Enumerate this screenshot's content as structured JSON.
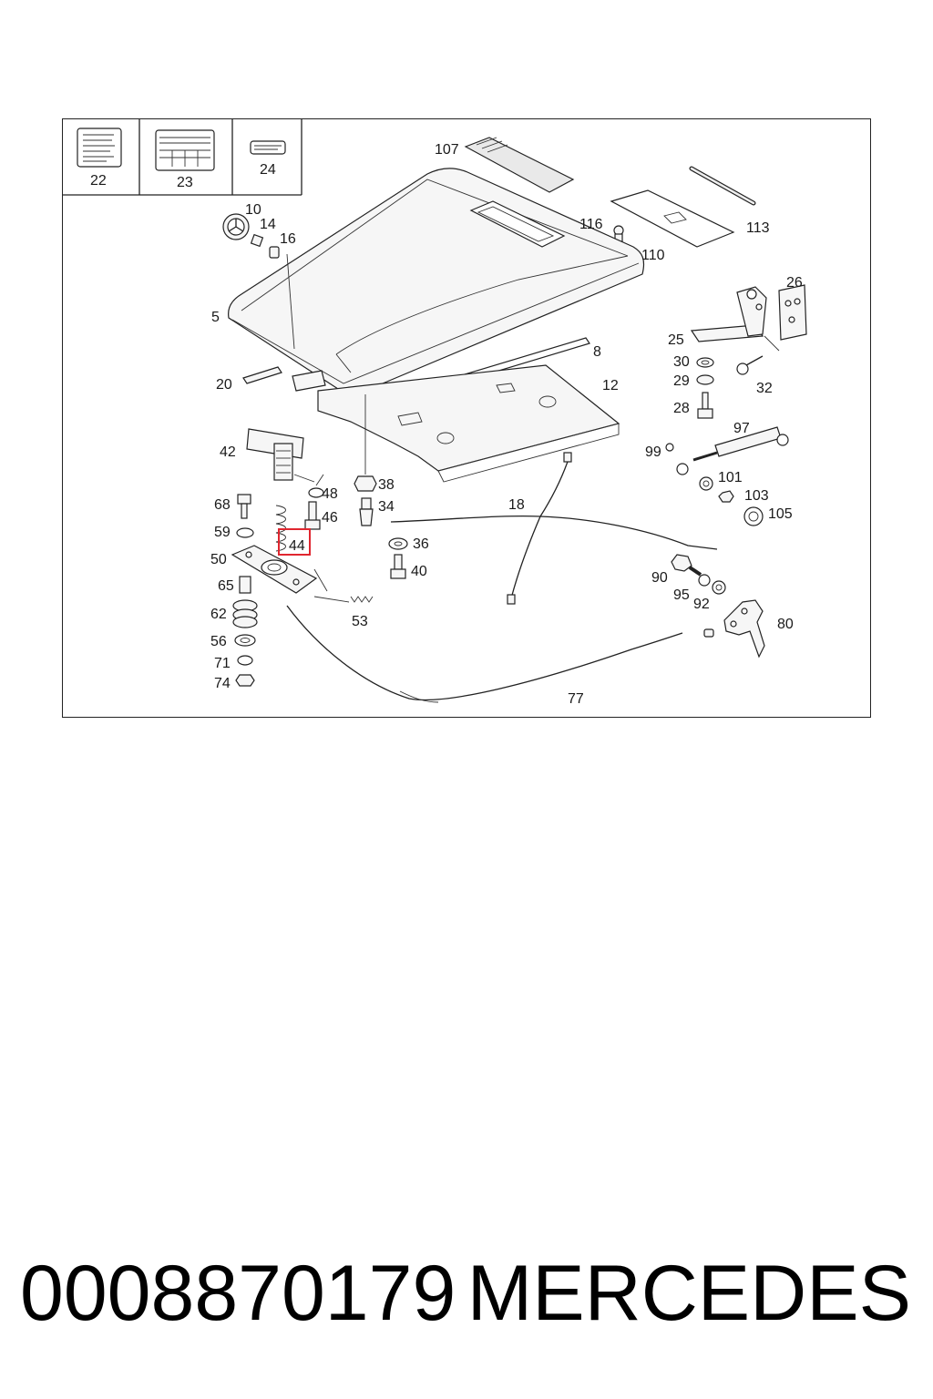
{
  "diagram": {
    "labels": {
      "l22": "22",
      "l23": "23",
      "l24": "24",
      "l107": "107",
      "l10": "10",
      "l14": "14",
      "l16": "16",
      "l116": "116",
      "l110": "110",
      "l113": "113",
      "l5": "5",
      "l26": "26",
      "l25": "25",
      "l8": "8",
      "l30": "30",
      "l29": "29",
      "l32": "32",
      "l20": "20",
      "l12": "12",
      "l28": "28",
      "l97": "97",
      "l42": "42",
      "l99": "99",
      "l101": "101",
      "l38": "38",
      "l103": "103",
      "l48": "48",
      "l68": "68",
      "l34": "34",
      "l18": "18",
      "l105": "105",
      "l46": "46",
      "l59": "59",
      "l44": "44",
      "l36": "36",
      "l50": "50",
      "l40": "40",
      "l90": "90",
      "l65": "65",
      "l95": "95",
      "l92": "92",
      "l62": "62",
      "l53": "53",
      "l80": "80",
      "l56": "56",
      "l71": "71",
      "l74": "74",
      "l77": "77"
    },
    "highlighted_part": "44",
    "highlight_color": "#e0262f"
  },
  "footer": {
    "part_number": "0008870179",
    "brand": "MERCEDES"
  }
}
